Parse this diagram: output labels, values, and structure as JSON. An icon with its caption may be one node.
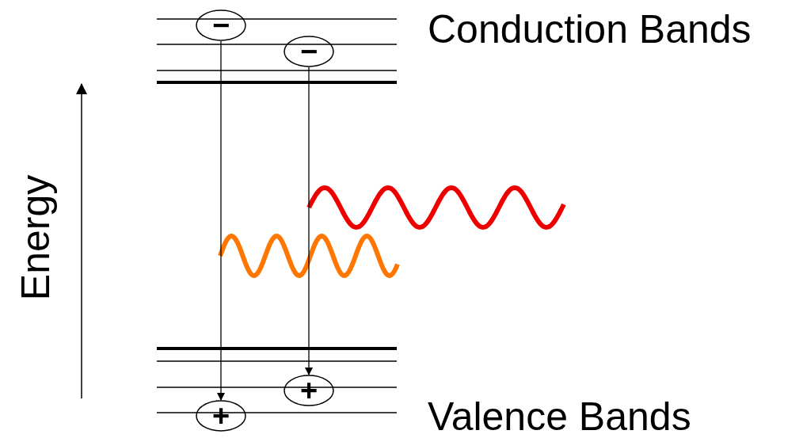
{
  "diagram": {
    "nodes": [
      {
        "text": [
          "−"
        ]
      },
      {
        "text": [
          "−"
        ]
      },
      {
        "text": [
          "+"
        ]
      },
      {
        "text": [
          "+"
        ]
      }
    ],
    "edges": [
      {
        "from": 0,
        "to": 3,
        "arrow": "to"
      },
      {
        "from": 1,
        "to": 2,
        "arrow": "to"
      }
    ],
    "labels": [
      "Conduction Bands",
      "Energy",
      "Valence Bands"
    ]
  }
}
